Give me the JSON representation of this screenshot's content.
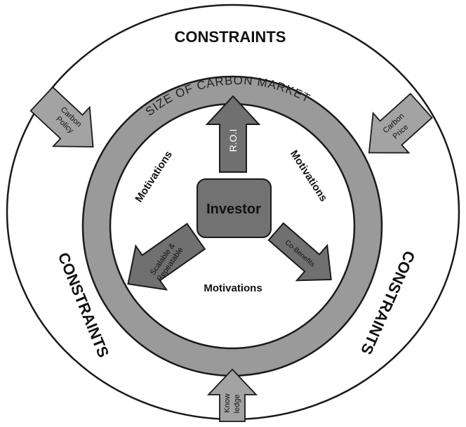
{
  "constraints": {
    "top": "CONSTRAINTS",
    "left": "CONSTRAINTS",
    "right": "CONSTRAINTS"
  },
  "market_ring": {
    "label": "SIZE OF CARBON MARKET"
  },
  "center": {
    "label": "Investor"
  },
  "motivations": {
    "left": "Motivations",
    "right": "Motivations",
    "bottom": "Motivations"
  },
  "inner_arrows": {
    "roi": "R.O.I",
    "co_benefits": "Co-Benefits",
    "scalable_line1": "Scalable &",
    "scalable_line2": "Repeatable"
  },
  "outer_arrows": {
    "carbon_policy_line1": "Carbon",
    "carbon_policy_line2": "Policy",
    "carbon_price_line1": "Carbon",
    "carbon_price_line2": "Price",
    "knowledge_line1": "Know",
    "knowledge_line2": "ledge"
  },
  "colors": {
    "ring_fill": "#9a9a9a",
    "arrow_dark": "#707070",
    "arrow_light": "#a3a3a3",
    "investor_box": "#727272",
    "stroke": "#1a1a1a"
  }
}
